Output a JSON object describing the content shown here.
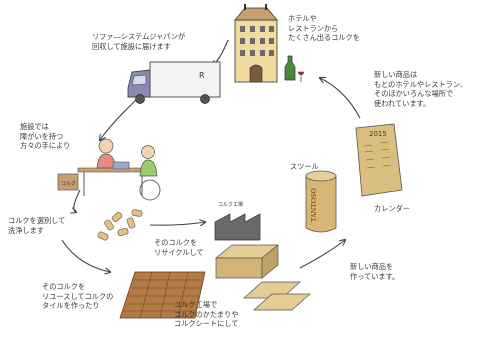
{
  "labels": {
    "hotel": [
      "ホテルや",
      "レストランから",
      "たくさん出るコルクを"
    ],
    "truck": [
      "リファ―システムジャパンが",
      "回収して施設に届けます"
    ],
    "new_products_top": [
      "新しい商品は",
      "もとのホテルやレストラン、",
      "そのほかいろんな場所で",
      "使われています。"
    ],
    "facility": [
      "施設では",
      "障がいを持つ",
      "方々の手により"
    ],
    "stool": "スツール",
    "calendar": "カレンダー",
    "sort": [
      "コルクを選別して",
      "洗浄します"
    ],
    "recycle": [
      "そのコルクを",
      "リサイクルして"
    ],
    "new_products_bottom": [
      "新しい商品を",
      "作っています。"
    ],
    "reuse": [
      "そのコルクを",
      "リユースしてコルクの",
      "タイルを作ったり"
    ],
    "factory": [
      "コルク工場で",
      "コルクのかたまりや",
      "コルクシートにして"
    ]
  },
  "illustration_text": {
    "truck_letter": "R",
    "box_label": "コルク",
    "factory_sign": "コルク工場",
    "calendar_year": "2015",
    "stool_brand": "TANTOSO"
  }
}
